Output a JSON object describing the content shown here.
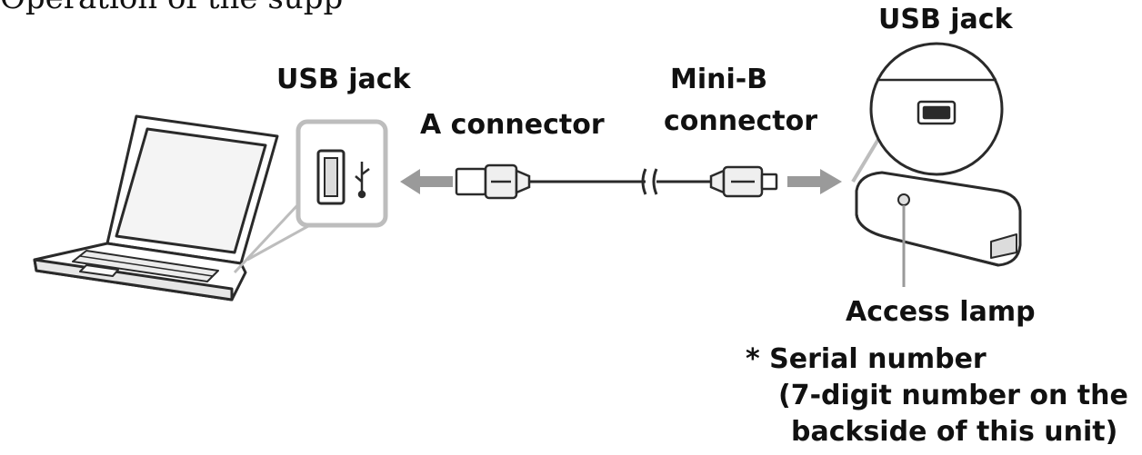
{
  "heading_fragment": "Operation of the supp",
  "labels": {
    "usb_jack_computer": "USB jack",
    "usb_jack_unit": "USB jack",
    "a_connector": "A connector",
    "mini_b_line1": "Mini-B",
    "mini_b_line2": "connector",
    "access_lamp": "Access lamp",
    "serial_line1": "* Serial number",
    "serial_line2": "(7-digit number on the",
    "serial_line3": "backside of this unit)"
  },
  "icons": {
    "computer": "laptop-icon",
    "card_reader": "card-reader-icon",
    "usb_port": "usb-port-icon",
    "usb_symbol": "usb-symbol-icon",
    "mini_b_port": "mini-b-port-icon"
  },
  "colors": {
    "line": "#2a2a2a",
    "arrow": "#9a9a9a",
    "callout": "#bdbdbd"
  }
}
